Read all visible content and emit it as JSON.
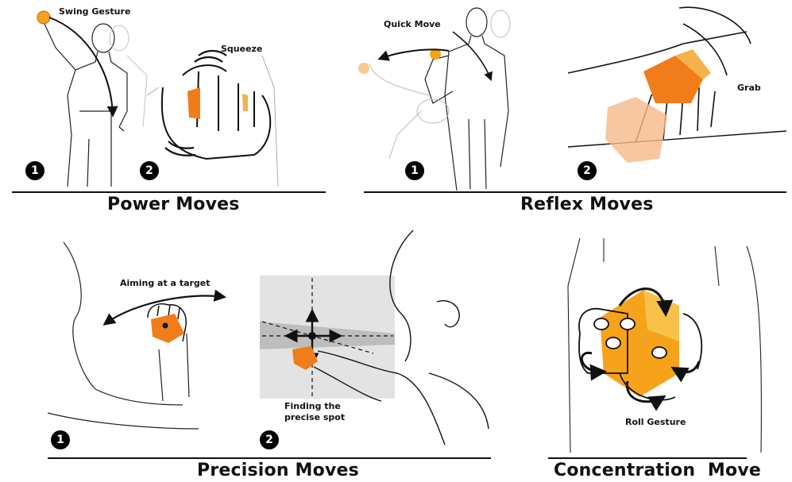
{
  "sections": [
    {
      "title": "Power Moves",
      "steps": [
        "1",
        "2"
      ],
      "labels": [
        "Swing Gesture",
        "Squeeze"
      ]
    },
    {
      "title": "Reflex Moves",
      "steps": [
        "1",
        "2"
      ],
      "labels": [
        "Quick Move",
        "Grab"
      ]
    },
    {
      "title": "Precision Moves",
      "steps": [
        "1",
        "2"
      ],
      "labels": [
        "Aiming at a target",
        "Finding the",
        "precise spot"
      ]
    },
    {
      "title": "Concentration  Move",
      "steps": [],
      "labels": [
        "Roll Gesture"
      ]
    }
  ],
  "colors": {
    "ball_orange": "#f07d1a",
    "ball_light": "#f6b24a",
    "line": "#111111",
    "ghost": "#b9b9b9",
    "target_grey": "#d9d9d9"
  }
}
